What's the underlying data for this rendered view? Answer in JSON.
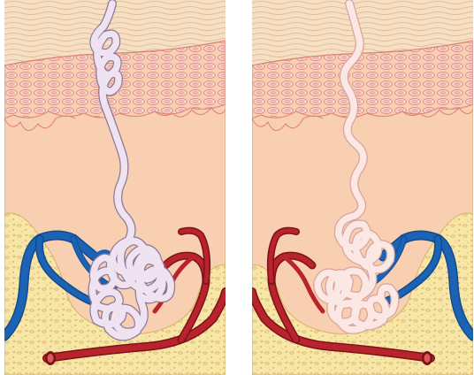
{
  "figure": {
    "panels": [
      {
        "id": "left",
        "vessels": "visible",
        "gland_tone": "lavender"
      },
      {
        "id": "right",
        "vessels": "mirrored",
        "gland_tone": "pale-pink"
      }
    ],
    "colors": {
      "background": "#ffffff",
      "stratum_corneum": "#f7dfc4",
      "epidermis": "#f4c7c0",
      "dermis": "#f8cfb0",
      "fat": "#f7e6a6",
      "artery": "#b8232e",
      "vein": "#1c63b5",
      "gland_left": "#efe3f2",
      "gland_right": "#fbe7e3",
      "outline": "#c9807a"
    }
  }
}
